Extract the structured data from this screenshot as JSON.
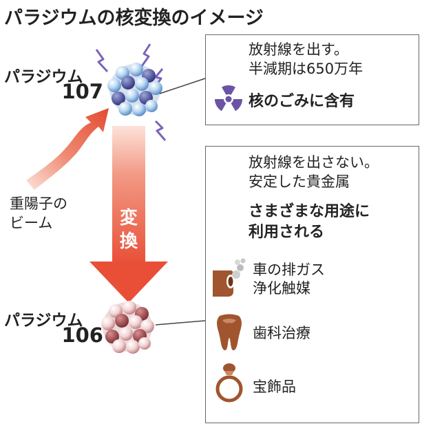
{
  "title": "パラジウムの核変換のイメージ",
  "isotope_top": {
    "name": "パラジウム",
    "mass": "107"
  },
  "isotope_bottom": {
    "name": "パラジウム",
    "mass": "106"
  },
  "beam_label": [
    "重陽子の",
    "ビーム"
  ],
  "conversion_label": [
    "変",
    "換"
  ],
  "box_top": {
    "lines": [
      "放射線を出す。",
      "半減期は650万年"
    ],
    "bold": "核のごみに含有",
    "icon": "radiation-icon"
  },
  "box_bottom": {
    "lines": [
      "放射線を出さない。",
      "安定した貴金属"
    ],
    "bold_lines": [
      "さまざまな用途に",
      "利用される"
    ],
    "uses": [
      {
        "icon": "exhaust-pipe-icon",
        "lines": [
          "車の排ガス",
          "浄化触媒"
        ]
      },
      {
        "icon": "tooth-icon",
        "lines": [
          "歯科治療"
        ]
      },
      {
        "icon": "ring-icon",
        "lines": [
          "宝飾品"
        ]
      }
    ]
  },
  "colors": {
    "arrow_red": "#e94f37",
    "nucleus_blue": "#6fa8d9",
    "nucleus_pink": "#d9a4a8",
    "radiation_purple": "#6b54a6",
    "spark_purple": "#7a63b8",
    "icon_brown": "#a0552e"
  }
}
